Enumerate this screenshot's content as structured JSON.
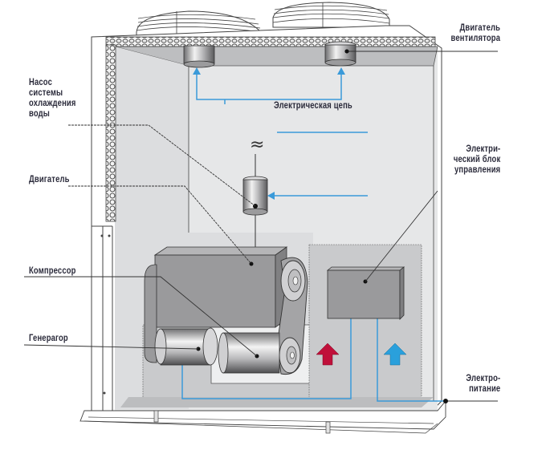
{
  "diagram": {
    "description": "Gas engine driven air conditioning unit cutaway",
    "labels": {
      "pump": [
        "Насос",
        "системы",
        "охлаждения",
        "воды"
      ],
      "engine": [
        "Двигатель"
      ],
      "compressor": [
        "Компрессор"
      ],
      "generator": [
        "Генерагор"
      ],
      "fan_motor": [
        "Двигатель",
        "вентилятора"
      ],
      "circuit": [
        "Электрическая цепь"
      ],
      "control_box": [
        "Электри-",
        "ческий блок",
        "управления"
      ],
      "power_supply": [
        "Электро-",
        "питание"
      ]
    },
    "symbols": {
      "ac_symbol": "≈"
    },
    "colors": {
      "wire_blue": "#3a9ad9",
      "arrow_hot": "#c0103a",
      "arrow_cold": "#2aa0dc",
      "panel_gray": "#c9cacc",
      "inner_light": "#e6e7e8",
      "component_gray": "#9a9a9c",
      "leader_line": "#333333"
    }
  }
}
